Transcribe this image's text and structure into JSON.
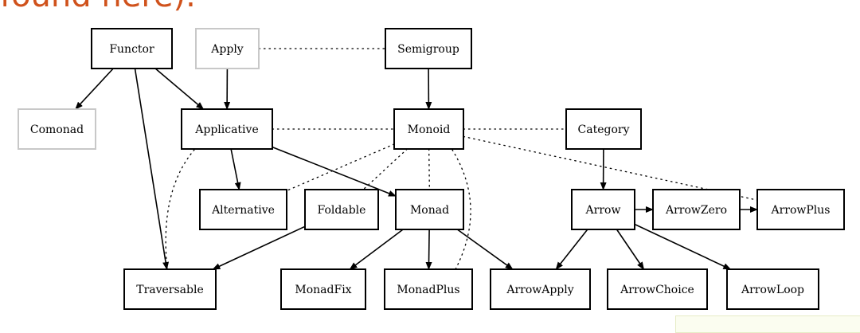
{
  "heading": {
    "text": "found here)."
  },
  "diagram": {
    "nodes": [
      {
        "id": "functor",
        "label": "Functor",
        "faded": false
      },
      {
        "id": "apply",
        "label": "Apply",
        "faded": true
      },
      {
        "id": "semigroup",
        "label": "Semigroup",
        "faded": false
      },
      {
        "id": "comonad",
        "label": "Comonad",
        "faded": true
      },
      {
        "id": "applicative",
        "label": "Applicative",
        "faded": false
      },
      {
        "id": "monoid",
        "label": "Monoid",
        "faded": false
      },
      {
        "id": "category",
        "label": "Category",
        "faded": false
      },
      {
        "id": "alternative",
        "label": "Alternative",
        "faded": false
      },
      {
        "id": "foldable",
        "label": "Foldable",
        "faded": false
      },
      {
        "id": "monad",
        "label": "Monad",
        "faded": false
      },
      {
        "id": "arrow",
        "label": "Arrow",
        "faded": false
      },
      {
        "id": "arrowzero",
        "label": "ArrowZero",
        "faded": false
      },
      {
        "id": "arrowplus",
        "label": "ArrowPlus",
        "faded": false
      },
      {
        "id": "traversable",
        "label": "Traversable",
        "faded": false
      },
      {
        "id": "monadfix",
        "label": "MonadFix",
        "faded": false
      },
      {
        "id": "monadplus",
        "label": "MonadPlus",
        "faded": false
      },
      {
        "id": "arrowapply",
        "label": "ArrowApply",
        "faded": false
      },
      {
        "id": "arrowchoice",
        "label": "ArrowChoice",
        "faded": false
      },
      {
        "id": "arrowloop",
        "label": "ArrowLoop",
        "faded": false
      }
    ],
    "edges": [
      {
        "from": "functor",
        "to": "comonad",
        "style": "solid"
      },
      {
        "from": "functor",
        "to": "applicative",
        "style": "solid"
      },
      {
        "from": "functor",
        "to": "traversable",
        "style": "solid"
      },
      {
        "from": "apply",
        "to": "applicative",
        "style": "solid"
      },
      {
        "from": "semigroup",
        "to": "monoid",
        "style": "solid"
      },
      {
        "from": "applicative",
        "to": "alternative",
        "style": "solid"
      },
      {
        "from": "applicative",
        "to": "monad",
        "style": "solid"
      },
      {
        "from": "category",
        "to": "arrow",
        "style": "solid"
      },
      {
        "from": "foldable",
        "to": "traversable",
        "style": "solid"
      },
      {
        "from": "monad",
        "to": "monadfix",
        "style": "solid"
      },
      {
        "from": "monad",
        "to": "monadplus",
        "style": "solid"
      },
      {
        "from": "monad",
        "to": "arrowapply",
        "style": "solid"
      },
      {
        "from": "arrow",
        "to": "arrowzero",
        "style": "solid"
      },
      {
        "from": "arrowzero",
        "to": "arrowplus",
        "style": "solid"
      },
      {
        "from": "arrow",
        "to": "arrowapply",
        "style": "solid"
      },
      {
        "from": "arrow",
        "to": "arrowchoice",
        "style": "solid"
      },
      {
        "from": "arrow",
        "to": "arrowloop",
        "style": "solid"
      },
      {
        "from": "apply",
        "to": "semigroup",
        "style": "dotted"
      },
      {
        "from": "applicative",
        "to": "monoid",
        "style": "dotted"
      },
      {
        "from": "monoid",
        "to": "category",
        "style": "dotted"
      },
      {
        "from": "monoid",
        "to": "alternative",
        "style": "dotted"
      },
      {
        "from": "monoid",
        "to": "monad",
        "style": "dotted"
      },
      {
        "from": "monoid",
        "to": "monadplus",
        "style": "dotted"
      },
      {
        "from": "monoid",
        "to": "foldable",
        "style": "dotted"
      },
      {
        "from": "monoid",
        "to": "arrowplus",
        "style": "dotted"
      },
      {
        "from": "applicative",
        "to": "traversable",
        "style": "dotted"
      }
    ]
  }
}
